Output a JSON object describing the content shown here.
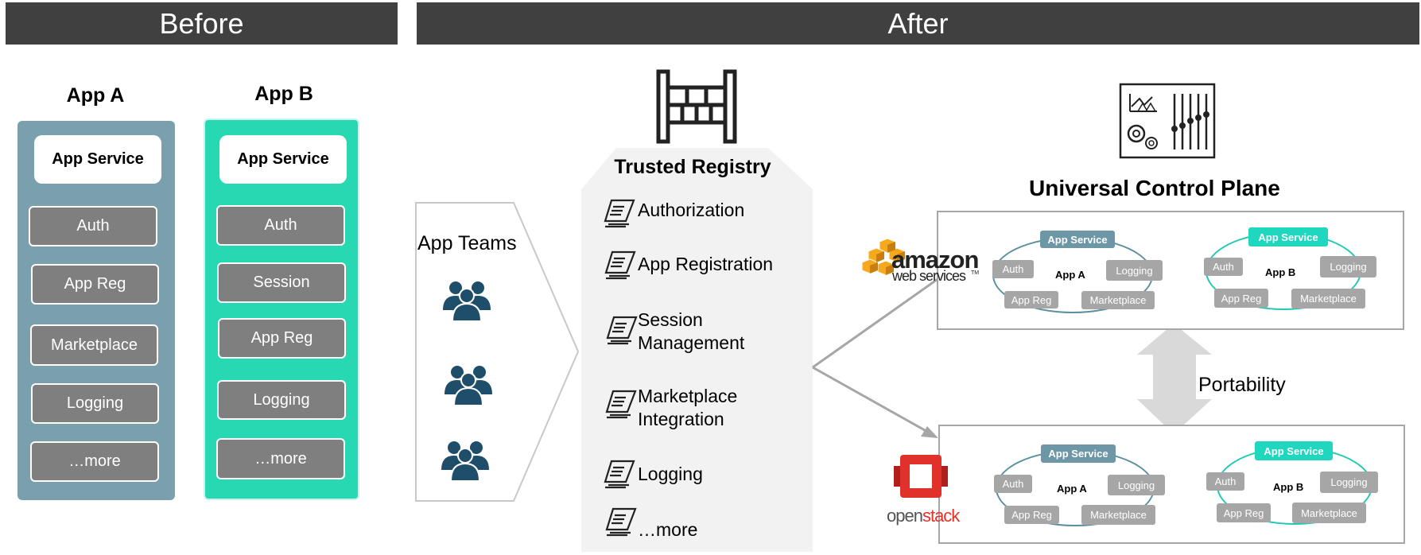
{
  "banners": {
    "before": "Before",
    "after": "After"
  },
  "before": {
    "app_a": {
      "title": "App A",
      "service": "App Service",
      "modules": [
        "Auth",
        "App Reg",
        "Marketplace",
        "Logging",
        "…more"
      ]
    },
    "app_b": {
      "title": "App B",
      "service": "App Service",
      "modules": [
        "Auth",
        "Session",
        "App Reg",
        "Logging",
        "…more"
      ]
    }
  },
  "teams": {
    "label": "App Teams"
  },
  "registry": {
    "title": "Trusted Registry",
    "items": [
      "Authorization",
      "App Registration",
      "Session\nManagement",
      "Marketplace\nIntegration",
      "Logging",
      "…more"
    ]
  },
  "ucp": {
    "title": "Universal Control Plane",
    "portability": "Portability",
    "clusters": [
      {
        "service": "App Service",
        "app": "App A",
        "modules": [
          "Auth",
          "Logging",
          "App Reg",
          "Marketplace"
        ]
      },
      {
        "service": "App Service",
        "app": "App B",
        "modules": [
          "Auth",
          "Logging",
          "App Reg",
          "Marketplace"
        ]
      },
      {
        "service": "App Service",
        "app": "App A",
        "modules": [
          "Auth",
          "Logging",
          "App Reg",
          "Marketplace"
        ]
      },
      {
        "service": "App Service",
        "app": "App B",
        "modules": [
          "Auth",
          "Logging",
          "App Reg",
          "Marketplace"
        ]
      }
    ]
  },
  "logos": {
    "aws": {
      "main": "amazon",
      "sub": "web services",
      "tm": "TM"
    },
    "openstack": {
      "a": "open",
      "b": "stack"
    }
  },
  "colors": {
    "banner": "#404040",
    "app_a": "#7a9fad",
    "app_b": "#26d9b3",
    "grey_box": "#7f7f7f",
    "teal_dark": "#5c8f9f",
    "teal_accent": "#1fc9b4",
    "people": "#1f4e6b"
  }
}
